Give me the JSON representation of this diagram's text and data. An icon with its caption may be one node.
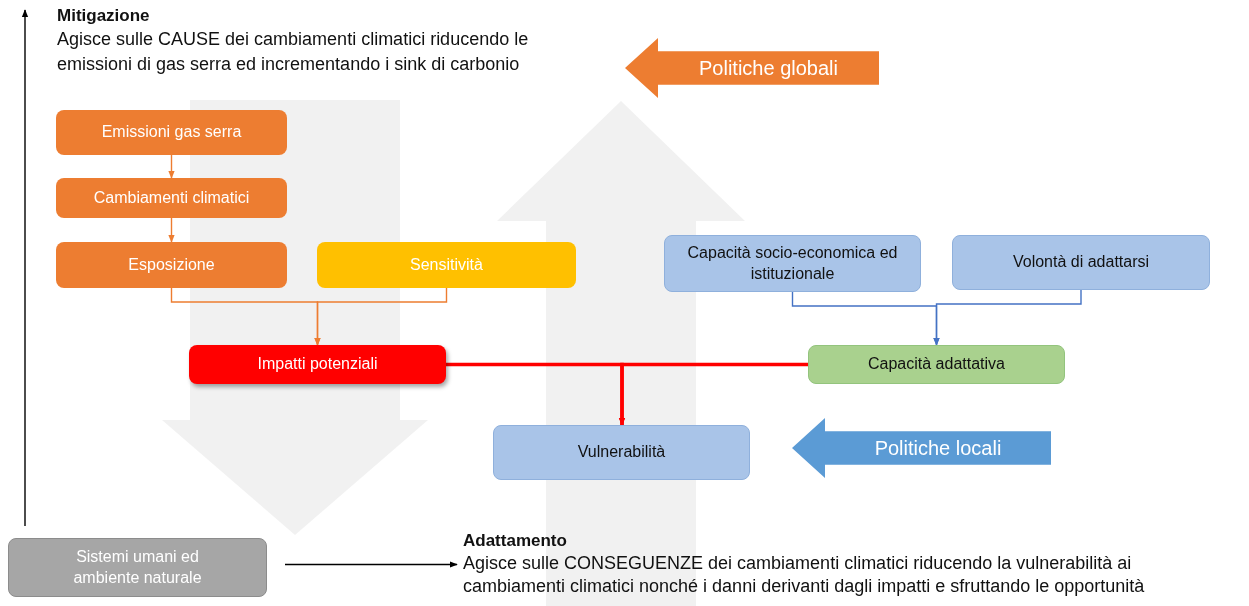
{
  "diagram": {
    "nodes": [
      {
        "text": [
          "Politiche globali"
        ]
      },
      {
        "text": [
          "Emissioni gas serra"
        ]
      },
      {
        "text": [
          "Cambiamenti climatici"
        ]
      },
      {
        "text": [
          "Esposizione"
        ]
      },
      {
        "text": [
          "Sensitività"
        ]
      },
      {
        "text": [
          "Capacità socio-economica ed istituzionale"
        ]
      },
      {
        "text": [
          "Volontà di adattarsi"
        ]
      },
      {
        "text": [
          "Impatti potenziali"
        ]
      },
      {
        "text": [
          "Capacità adattativa"
        ]
      },
      {
        "text": [
          "Vulnerabilità"
        ]
      },
      {
        "text": [
          "Politiche locali"
        ]
      },
      {
        "text": [
          "Sistemi umani ed ambiente naturale"
        ]
      },
      {
        "text": [
          "Adattamento",
          "Agisce sulle CONSEGUENZE dei cambiamenti climatici riducendo la vulnerabilità ai cambiamenti climatici nonché i danni derivanti dagli impatti e sfruttando le opportunità"
        ]
      },
      {
        "text": [
          "Mitigazione",
          "Agisce sulle CAUSE dei cambiamenti climatici riducendo le emissioni di gas serra ed incrementando i sink di carbonio"
        ]
      }
    ],
    "edges": [
      {
        "from": 1,
        "to": 2,
        "arrow": "to",
        "color": "#ed7d31"
      },
      {
        "from": 2,
        "to": 3,
        "arrow": "to",
        "color": "#ed7d31"
      },
      {
        "from": 3,
        "to": 7,
        "arrow": "to",
        "color": "#ed7d31"
      },
      {
        "from": 4,
        "to": 7,
        "arrow": "to",
        "color": "#ed7d31"
      },
      {
        "from": 5,
        "to": 8,
        "arrow": "to",
        "color": "#4472c4"
      },
      {
        "from": 6,
        "to": 8,
        "arrow": "to",
        "color": "#4472c4"
      },
      {
        "from": 7,
        "to": 9,
        "arrow": "to",
        "color": "#ff0000",
        "style": "thick"
      },
      {
        "from": 8,
        "to": 9,
        "arrow": "to",
        "color": "#ff0000",
        "style": "thick"
      },
      {
        "from": 11,
        "to": 12,
        "arrow": "to",
        "color": "#000000"
      },
      {
        "from": 11,
        "to": 13,
        "arrow": "to",
        "color": "#000000"
      },
      {
        "from": 13,
        "to": 11,
        "arrow": "to",
        "color": "#efefef",
        "style": "thick"
      },
      {
        "from": 12,
        "to": 0,
        "arrow": "to",
        "color": "#efefef",
        "style": "thick"
      }
    ]
  }
}
